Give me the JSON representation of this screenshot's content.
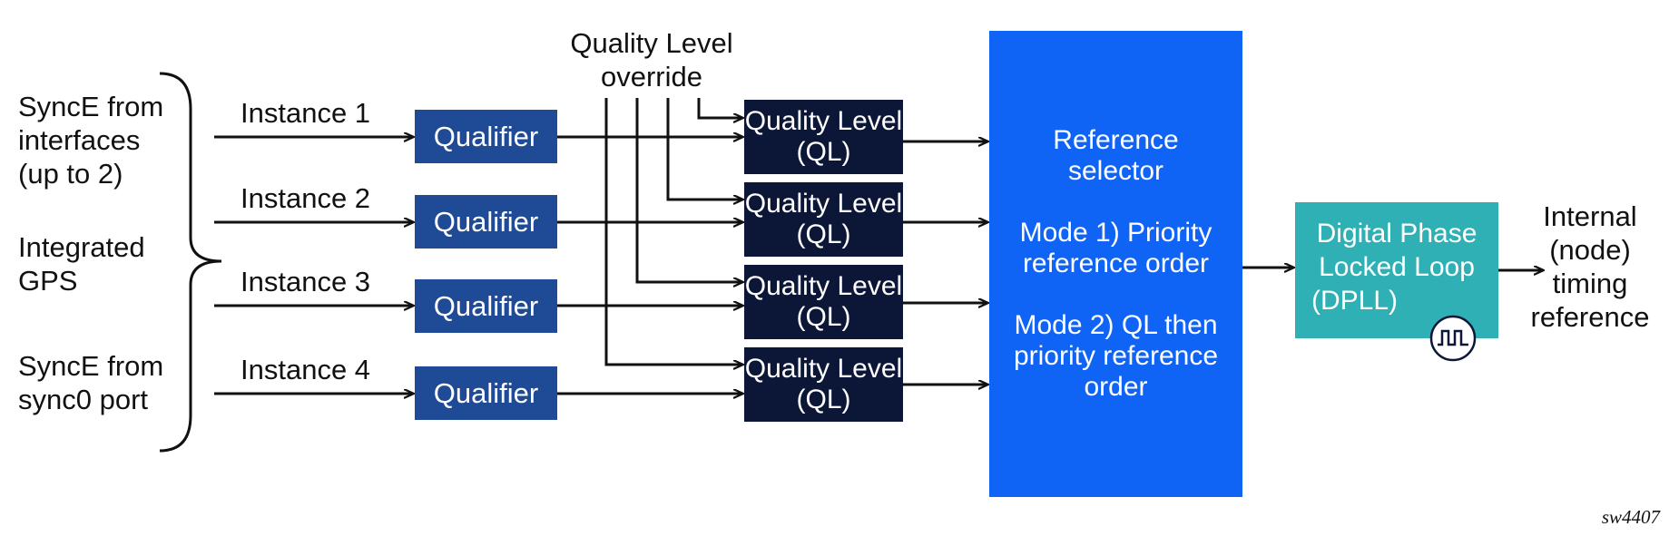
{
  "sources": [
    {
      "lines": [
        "SyncE from",
        "interfaces",
        "(up to 2)"
      ]
    },
    {
      "lines": [
        "Integrated",
        "GPS"
      ]
    },
    {
      "lines": [
        "SyncE from",
        "sync0 port"
      ]
    }
  ],
  "instances": [
    {
      "label": "Instance 1",
      "qualifier": "Qualifier",
      "ql": [
        "Quality Level",
        "(QL)"
      ]
    },
    {
      "label": "Instance 2",
      "qualifier": "Qualifier",
      "ql": [
        "Quality Level",
        "(QL)"
      ]
    },
    {
      "label": "Instance 3",
      "qualifier": "Qualifier",
      "ql": [
        "Quality Level",
        "(QL)"
      ]
    },
    {
      "label": "Instance 4",
      "qualifier": "Qualifier",
      "ql": [
        "Quality Level",
        "(QL)"
      ]
    }
  ],
  "override": {
    "lines": [
      "Quality Level",
      "override"
    ]
  },
  "reference_selector": {
    "title": [
      "Reference",
      "selector"
    ],
    "mode1": [
      "Mode 1) Priority",
      "reference order"
    ],
    "mode2": [
      "Mode 2) QL then",
      "priority reference",
      "order"
    ]
  },
  "dpll": {
    "lines": [
      "Digital Phase",
      "Locked Loop",
      "(DPLL)"
    ],
    "icon": "square-wave-icon"
  },
  "output": {
    "lines": [
      "Internal",
      "(node)",
      "timing",
      "reference"
    ]
  },
  "figure_id": "sw4407",
  "colors": {
    "qualifier": "#1f4a96",
    "quality_level": "#0c1738",
    "reference_selector": "#0f64f5",
    "dpll": "#2eb0b4",
    "line": "#111111"
  }
}
